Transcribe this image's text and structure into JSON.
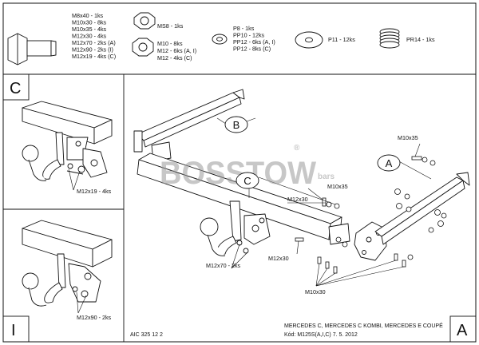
{
  "parts": {
    "bolt_lines": [
      "M8x40 - 1ks",
      "M10x30 - 8ks",
      "M10x35 - 4ks",
      "M12x30 - 4ks",
      "M12x70 - 2ks (A)",
      "M12x90 - 2ks (I)",
      "M12x19 - 4ks (C)"
    ],
    "ms8": "MS8 - 1ks",
    "nut_lines": [
      "M10 - 8ks",
      "M12 - 6ks (A, I)",
      "M12 - 4ks (C)"
    ],
    "washer_lines": [
      "P8 - 1ks",
      "PP10 - 12ks",
      "PP12 - 6ks (A, I)",
      "PP12 - 8ks (C)"
    ],
    "p11": "P11 - 12ks",
    "pr14": "PR14 - 1ks"
  },
  "panels": {
    "c_letter": "C",
    "c_label": "M12x19 - 4ks",
    "i_letter": "I",
    "i_label": "M12x90 - 2ks",
    "a_letter": "A"
  },
  "main": {
    "callout_b": "B",
    "callout_c": "C",
    "callout_a": "A",
    "m10x35_top": "M10x35",
    "m10x35_mid": "M10x35",
    "m12x30_mid": "M12x30",
    "m12x30_low": "M12x30",
    "m12x70": "M12x70 - 2ks",
    "m10x30": "M10x30"
  },
  "watermark": {
    "brand": "BOSSTOW",
    "sub": "bars",
    "reg": "®"
  },
  "footer": {
    "code": "AIC 325 12 2",
    "models": "MERCEDES C, MERCEDES C KOMBI, MERCEDES E COUPÉ",
    "kod": "Kód: M125S(A,I,C)  7. 5. 2012"
  }
}
